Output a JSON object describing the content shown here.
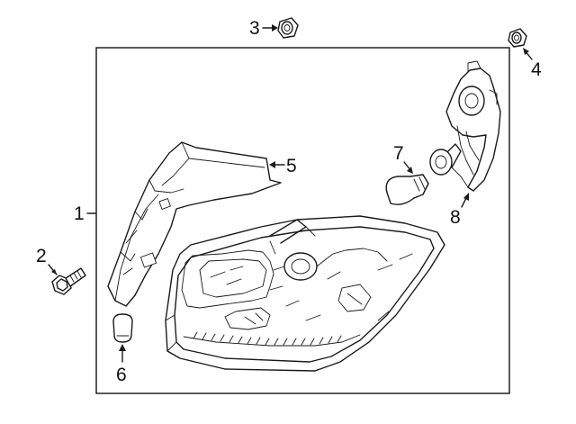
{
  "diagram": {
    "callouts": [
      {
        "id": "1",
        "label": "1"
      },
      {
        "id": "2",
        "label": "2"
      },
      {
        "id": "3",
        "label": "3"
      },
      {
        "id": "4",
        "label": "4"
      },
      {
        "id": "5",
        "label": "5"
      },
      {
        "id": "6",
        "label": "6"
      },
      {
        "id": "7",
        "label": "7"
      },
      {
        "id": "8",
        "label": "8"
      }
    ],
    "parts": [
      {
        "label": "1",
        "icon": "headlamp-assembly-icon"
      },
      {
        "label": "2",
        "icon": "bolt-icon"
      },
      {
        "label": "3",
        "icon": "clip-nut-icon"
      },
      {
        "label": "4",
        "icon": "clip-nut-icon"
      },
      {
        "label": "5",
        "icon": "bracket-icon"
      },
      {
        "label": "6",
        "icon": "side-marker-bulb-icon"
      },
      {
        "label": "7",
        "icon": "turn-signal-bulb-icon"
      },
      {
        "label": "8",
        "icon": "socket-harness-icon"
      }
    ]
  }
}
